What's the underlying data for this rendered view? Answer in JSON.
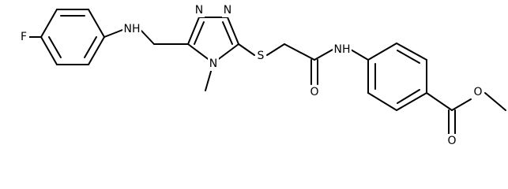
{
  "molecule": {
    "atoms": {
      "F": "F",
      "NH1": "NH",
      "N_ring_top_left": "N",
      "N_ring_top_right": "N",
      "N_ring_bottom": "N",
      "S": "S",
      "NH2": "NH",
      "O_amide": "O",
      "O_ester_ether": "O",
      "O_ester_carbonyl": "O"
    }
  }
}
